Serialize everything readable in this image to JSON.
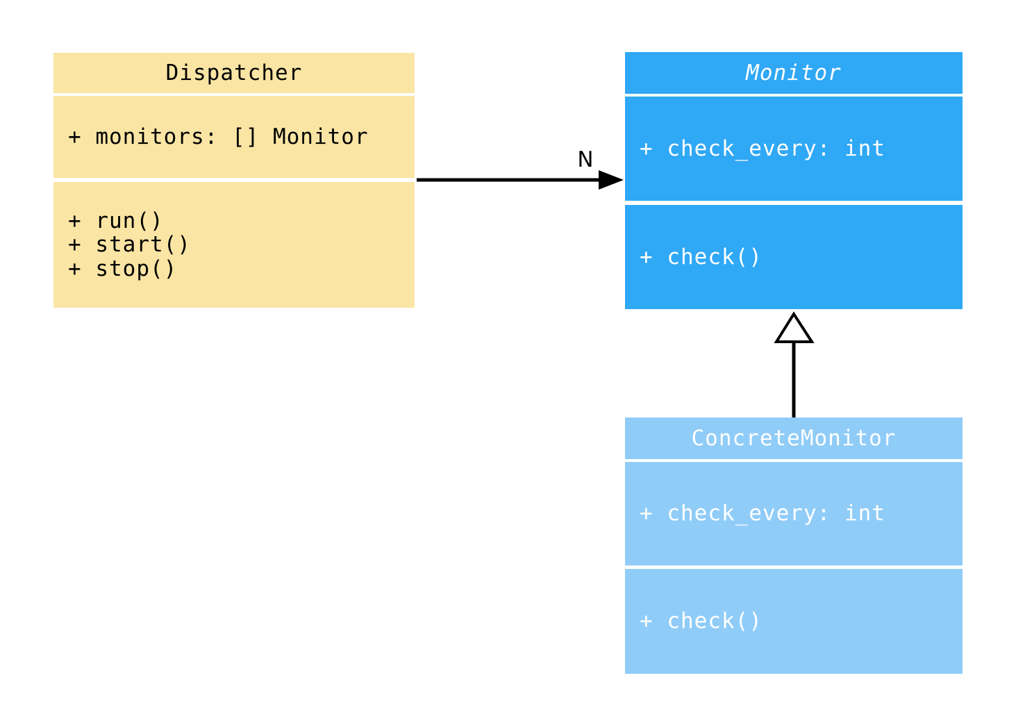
{
  "diagram": {
    "type": "uml-class-diagram",
    "background_color": "#ffffff",
    "line_color": "#000000",
    "classes": [
      {
        "id": "dispatcher",
        "name": "Dispatcher",
        "name_style": "normal",
        "fill": "#fae5a4",
        "text_color": "#000000",
        "attributes": [
          "+ monitors: [] Monitor"
        ],
        "methods": [
          "+ run()",
          "+ start()",
          "+ stop()"
        ]
      },
      {
        "id": "monitor",
        "name": "Monitor",
        "name_style": "italic",
        "fill": "#2fa8f5",
        "text_color": "#ffffff",
        "attributes": [
          "+ check_every: int"
        ],
        "methods": [
          "+ check()"
        ]
      },
      {
        "id": "concrete-monitor",
        "name": "ConcreteMonitor",
        "name_style": "normal",
        "fill": "#90ccf8",
        "text_color": "#ffffff",
        "attributes": [
          "+ check_every: int"
        ],
        "methods": [
          "+ check()"
        ]
      }
    ],
    "relations": [
      {
        "type": "association",
        "from": "Dispatcher",
        "to": "Monitor",
        "label": "N"
      },
      {
        "type": "inheritance",
        "from": "ConcreteMonitor",
        "to": "Monitor",
        "label": ""
      }
    ]
  }
}
